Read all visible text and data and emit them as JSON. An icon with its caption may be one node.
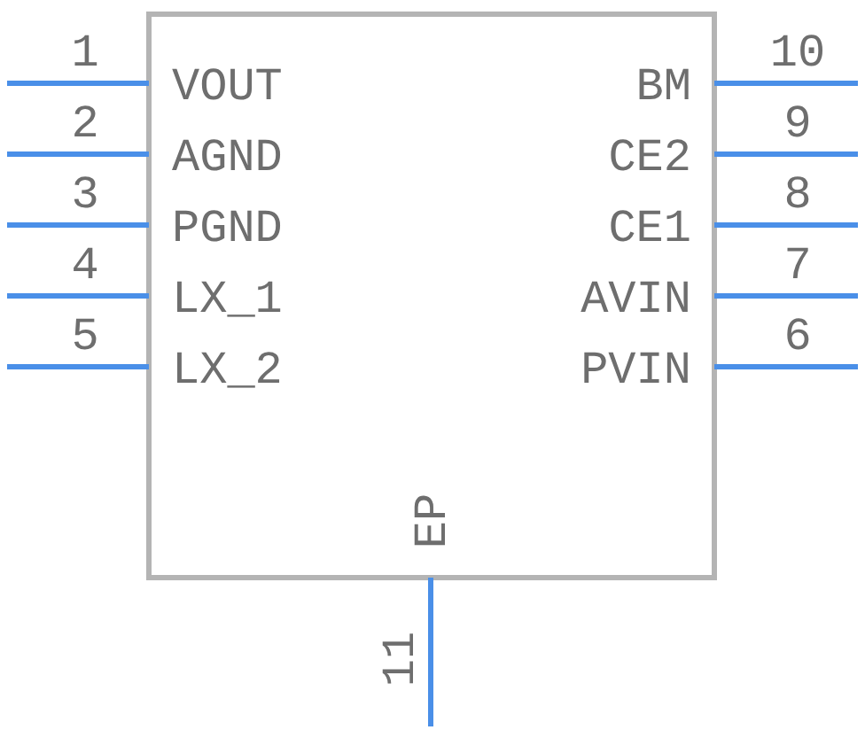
{
  "diagram": {
    "labels": [
      "1",
      "10",
      "VOUT",
      "BM",
      "2",
      "9",
      "AGND",
      "CE2",
      "3",
      "8",
      "PGND",
      "CE1",
      "4",
      "7",
      "LX_1",
      "AVIN",
      "5",
      "6",
      "LX_2",
      "PVIN",
      "EP",
      "11"
    ]
  }
}
